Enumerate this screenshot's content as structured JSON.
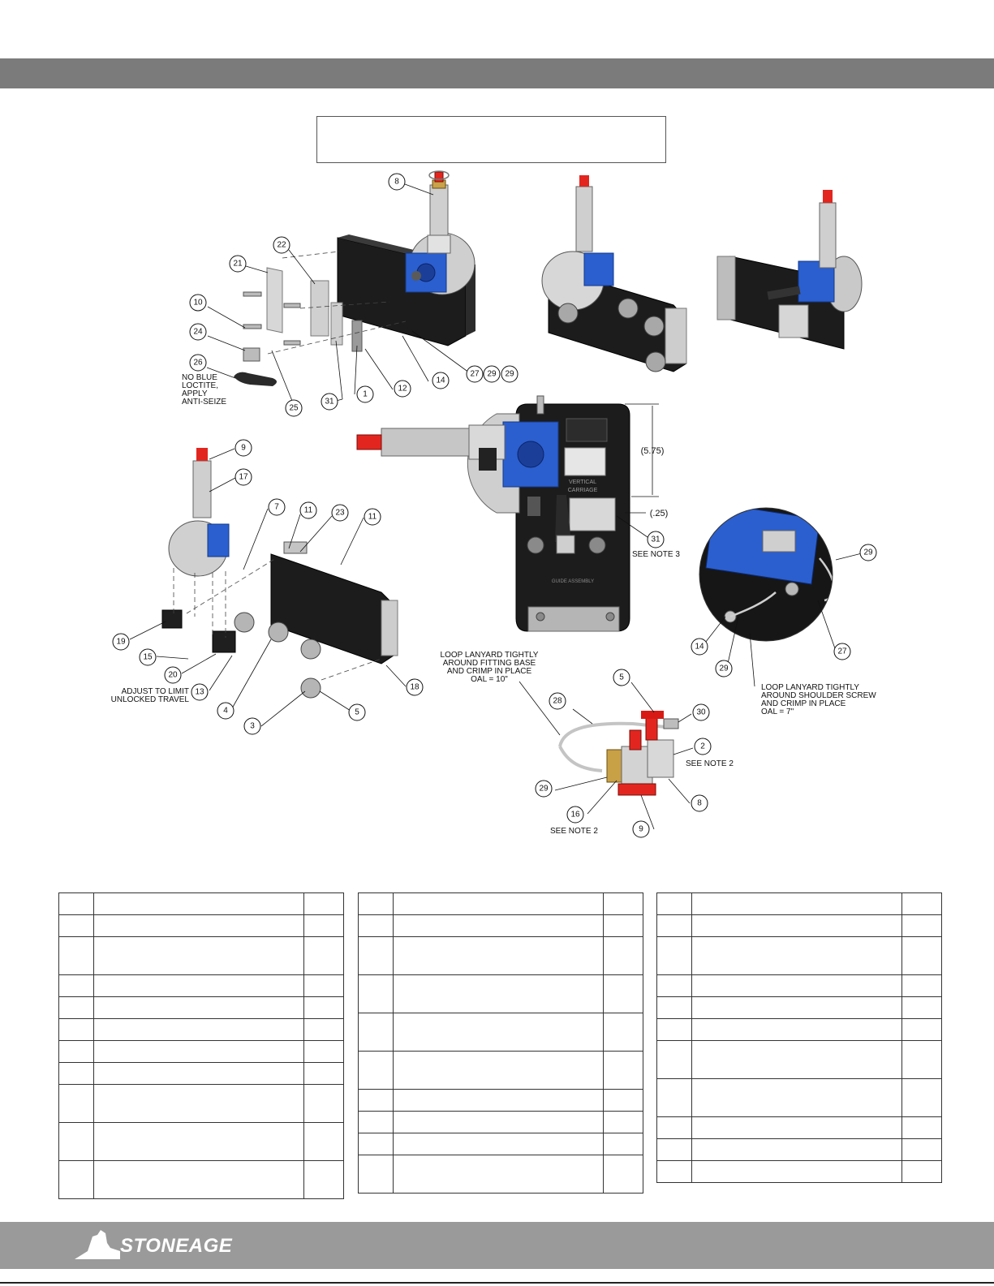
{
  "brand": {
    "name": "STONEAGE"
  },
  "notes": {
    "no_loctite": [
      "NO BLUE",
      "LOCTITE,",
      "APPLY",
      "ANTI-SEIZE"
    ],
    "adjust": [
      "ADJUST TO LIMIT",
      "UNLOCKED TRAVEL"
    ],
    "see_note_3": "SEE NOTE 3",
    "see_note_2a": "SEE NOTE 2",
    "see_note_2b": "SEE NOTE 2",
    "loop_fitting": [
      "LOOP LANYARD TIGHTLY",
      "AROUND FITTING BASE",
      "AND CRIMP IN PLACE",
      "OAL = 10\""
    ],
    "loop_shoulder": [
      "LOOP LANYARD TIGHTLY",
      "AROUND SHOULDER SCREW",
      "AND CRIMP IN PLACE",
      "OAL = 7\""
    ]
  },
  "dimensions": {
    "height": "(5.75)",
    "offset": "(.25)"
  },
  "panel_labels": {
    "vertical": "VERTICAL",
    "carriage": "CARRIAGE",
    "guide": "GUIDE ASSEMBLY"
  },
  "callouts": {
    "c8a": "8",
    "c22": "22",
    "c21": "21",
    "c10": "10",
    "c24": "24",
    "c26": "26",
    "c25": "25",
    "c31a": "31",
    "c1": "1",
    "c12": "12",
    "c14a": "14",
    "c27a": "27",
    "c29a": "29",
    "c29b": "29",
    "c9a": "9",
    "c17": "17",
    "c7": "7",
    "c11a": "11",
    "c23": "23",
    "c11b": "11",
    "c19": "19",
    "c15": "15",
    "c20": "20",
    "c13": "13",
    "c4": "4",
    "c3": "3",
    "c5a": "5",
    "c18": "18",
    "c31b": "31",
    "c29c": "29",
    "c14b": "14",
    "c29d": "29",
    "c27b": "27",
    "c5b": "5",
    "c28": "28",
    "c30": "30",
    "c2": "2",
    "c29e": "29",
    "c16": "16",
    "c8b": "8",
    "c9b": "9"
  }
}
